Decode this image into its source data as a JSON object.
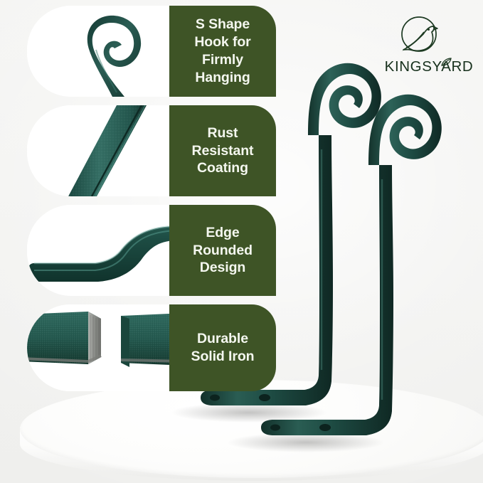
{
  "brand": {
    "name": "KINGSYARD",
    "logo_icon": "bird-in-circle-icon",
    "leaf_icon": "leaf-accent-icon",
    "logo_color": "#17301c"
  },
  "colors": {
    "panel_green": "#3e5426",
    "label_text": "#f4f7ef",
    "product_green": "#1e4740",
    "product_green_dark": "#133029",
    "product_green_light": "#2f6158",
    "card_white": "#ffffff",
    "background": "#f2f2f0",
    "iron_core": "#8a8c88"
  },
  "features": [
    {
      "id": "s-shape-hook",
      "label": "S Shape\nHook for\nFirmly\nHanging",
      "photo_name": "scroll-hook-closeup-photo",
      "photo_alt": "close-up of spiral scroll hook end"
    },
    {
      "id": "rust-resistant-coating",
      "label": "Rust\nResistant\nCoating",
      "photo_name": "coating-texture-closeup-photo",
      "photo_alt": "close-up of diagonal coated flat bar"
    },
    {
      "id": "edge-rounded-design",
      "label": "Edge\nRounded\nDesign",
      "photo_name": "rounded-bend-closeup-photo",
      "photo_alt": "close-up of rounded right-angle bend"
    },
    {
      "id": "durable-solid-iron",
      "label": "Durable\nSolid Iron",
      "photo_name": "solid-iron-cross-section-photo",
      "photo_alt": "close-up of two bar ends showing solid iron core"
    }
  ],
  "product": {
    "name": "wall-mount-plant-hanger-brackets",
    "items": [
      {
        "id": "bracket-tall",
        "name": "tall-bracket"
      },
      {
        "id": "bracket-short",
        "name": "short-bracket"
      }
    ],
    "mount_holes_per_bracket": 2,
    "display_surface": "white-round-pedestal"
  }
}
